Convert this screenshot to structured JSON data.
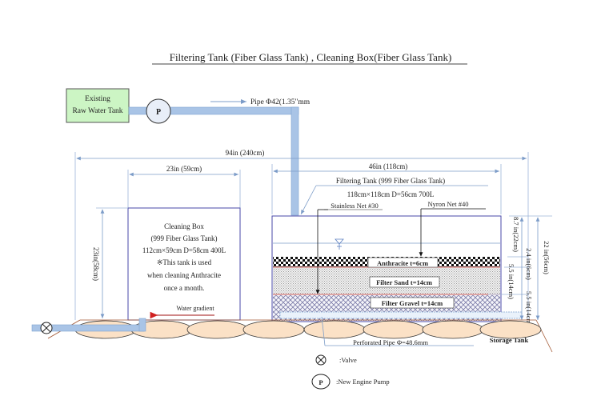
{
  "title": "Filtering Tank (Fiber Glass Tank) ,    Cleaning Box(Fiber Glass Tank)",
  "raw_tank": {
    "line1": "Existing",
    "line2": "Raw Water Tank"
  },
  "pump_symbol": "P",
  "pipe_label": "Pipe  Φ42(1.35\"mm",
  "dims": {
    "overall": "94in (240cm)",
    "cleaning_width": "23in (59cm)",
    "filter_width": "46in (118cm)",
    "cleaning_height": "23in(58cm)",
    "freeboard": "8.7 in(22cm)",
    "total_depth": "22 in(56cm)",
    "anthracite_depth": "2.4 in(6cm)",
    "sand_depth": "5.5 in(14cm)",
    "gravel_depth": "5.5 in(14cm)"
  },
  "filter_tank": {
    "name": "Filtering Tank (999 Fiber Glass Tank)",
    "spec": "118cm×118cm D=56cm 700L",
    "stainless_net": "Stainless Net #30",
    "nylon_net": "Nyron Net #40",
    "layers": [
      {
        "label": "Anthracite t=6cm",
        "color": "#111111"
      },
      {
        "label": "Filter Sand   t=14cm",
        "color": "#c8c8c8"
      },
      {
        "label": "Filter Gravel   t=14cm",
        "color": "#6a6aa8"
      }
    ]
  },
  "cleaning_box": {
    "lines": [
      "Cleaning Box",
      "(999 Fiber Glass Tank)",
      "112cm×59cm D=58cm 400L",
      "※This tank is used",
      "when cleaning Anthracite",
      "once a month."
    ],
    "gradient_label": "Water gradient"
  },
  "perforated_pipe": "Perforated Pipe  Φ=48.6mm",
  "storage_tank": "Storage Tank",
  "legend": [
    {
      "symbol": "valve",
      "label": ":Valve"
    },
    {
      "symbol": "P",
      "label": ":New Engine Pump"
    }
  ],
  "colors": {
    "pipe": "#a9c4e6",
    "pipe_stroke": "#7fa3d0",
    "raw_tank_fill": "#ccf5c4",
    "storage_fill": "#fbe1c6",
    "tank_outline": "#4a4aa8",
    "dim_line": "#7c9cc8",
    "red_line": "#c0504d"
  }
}
